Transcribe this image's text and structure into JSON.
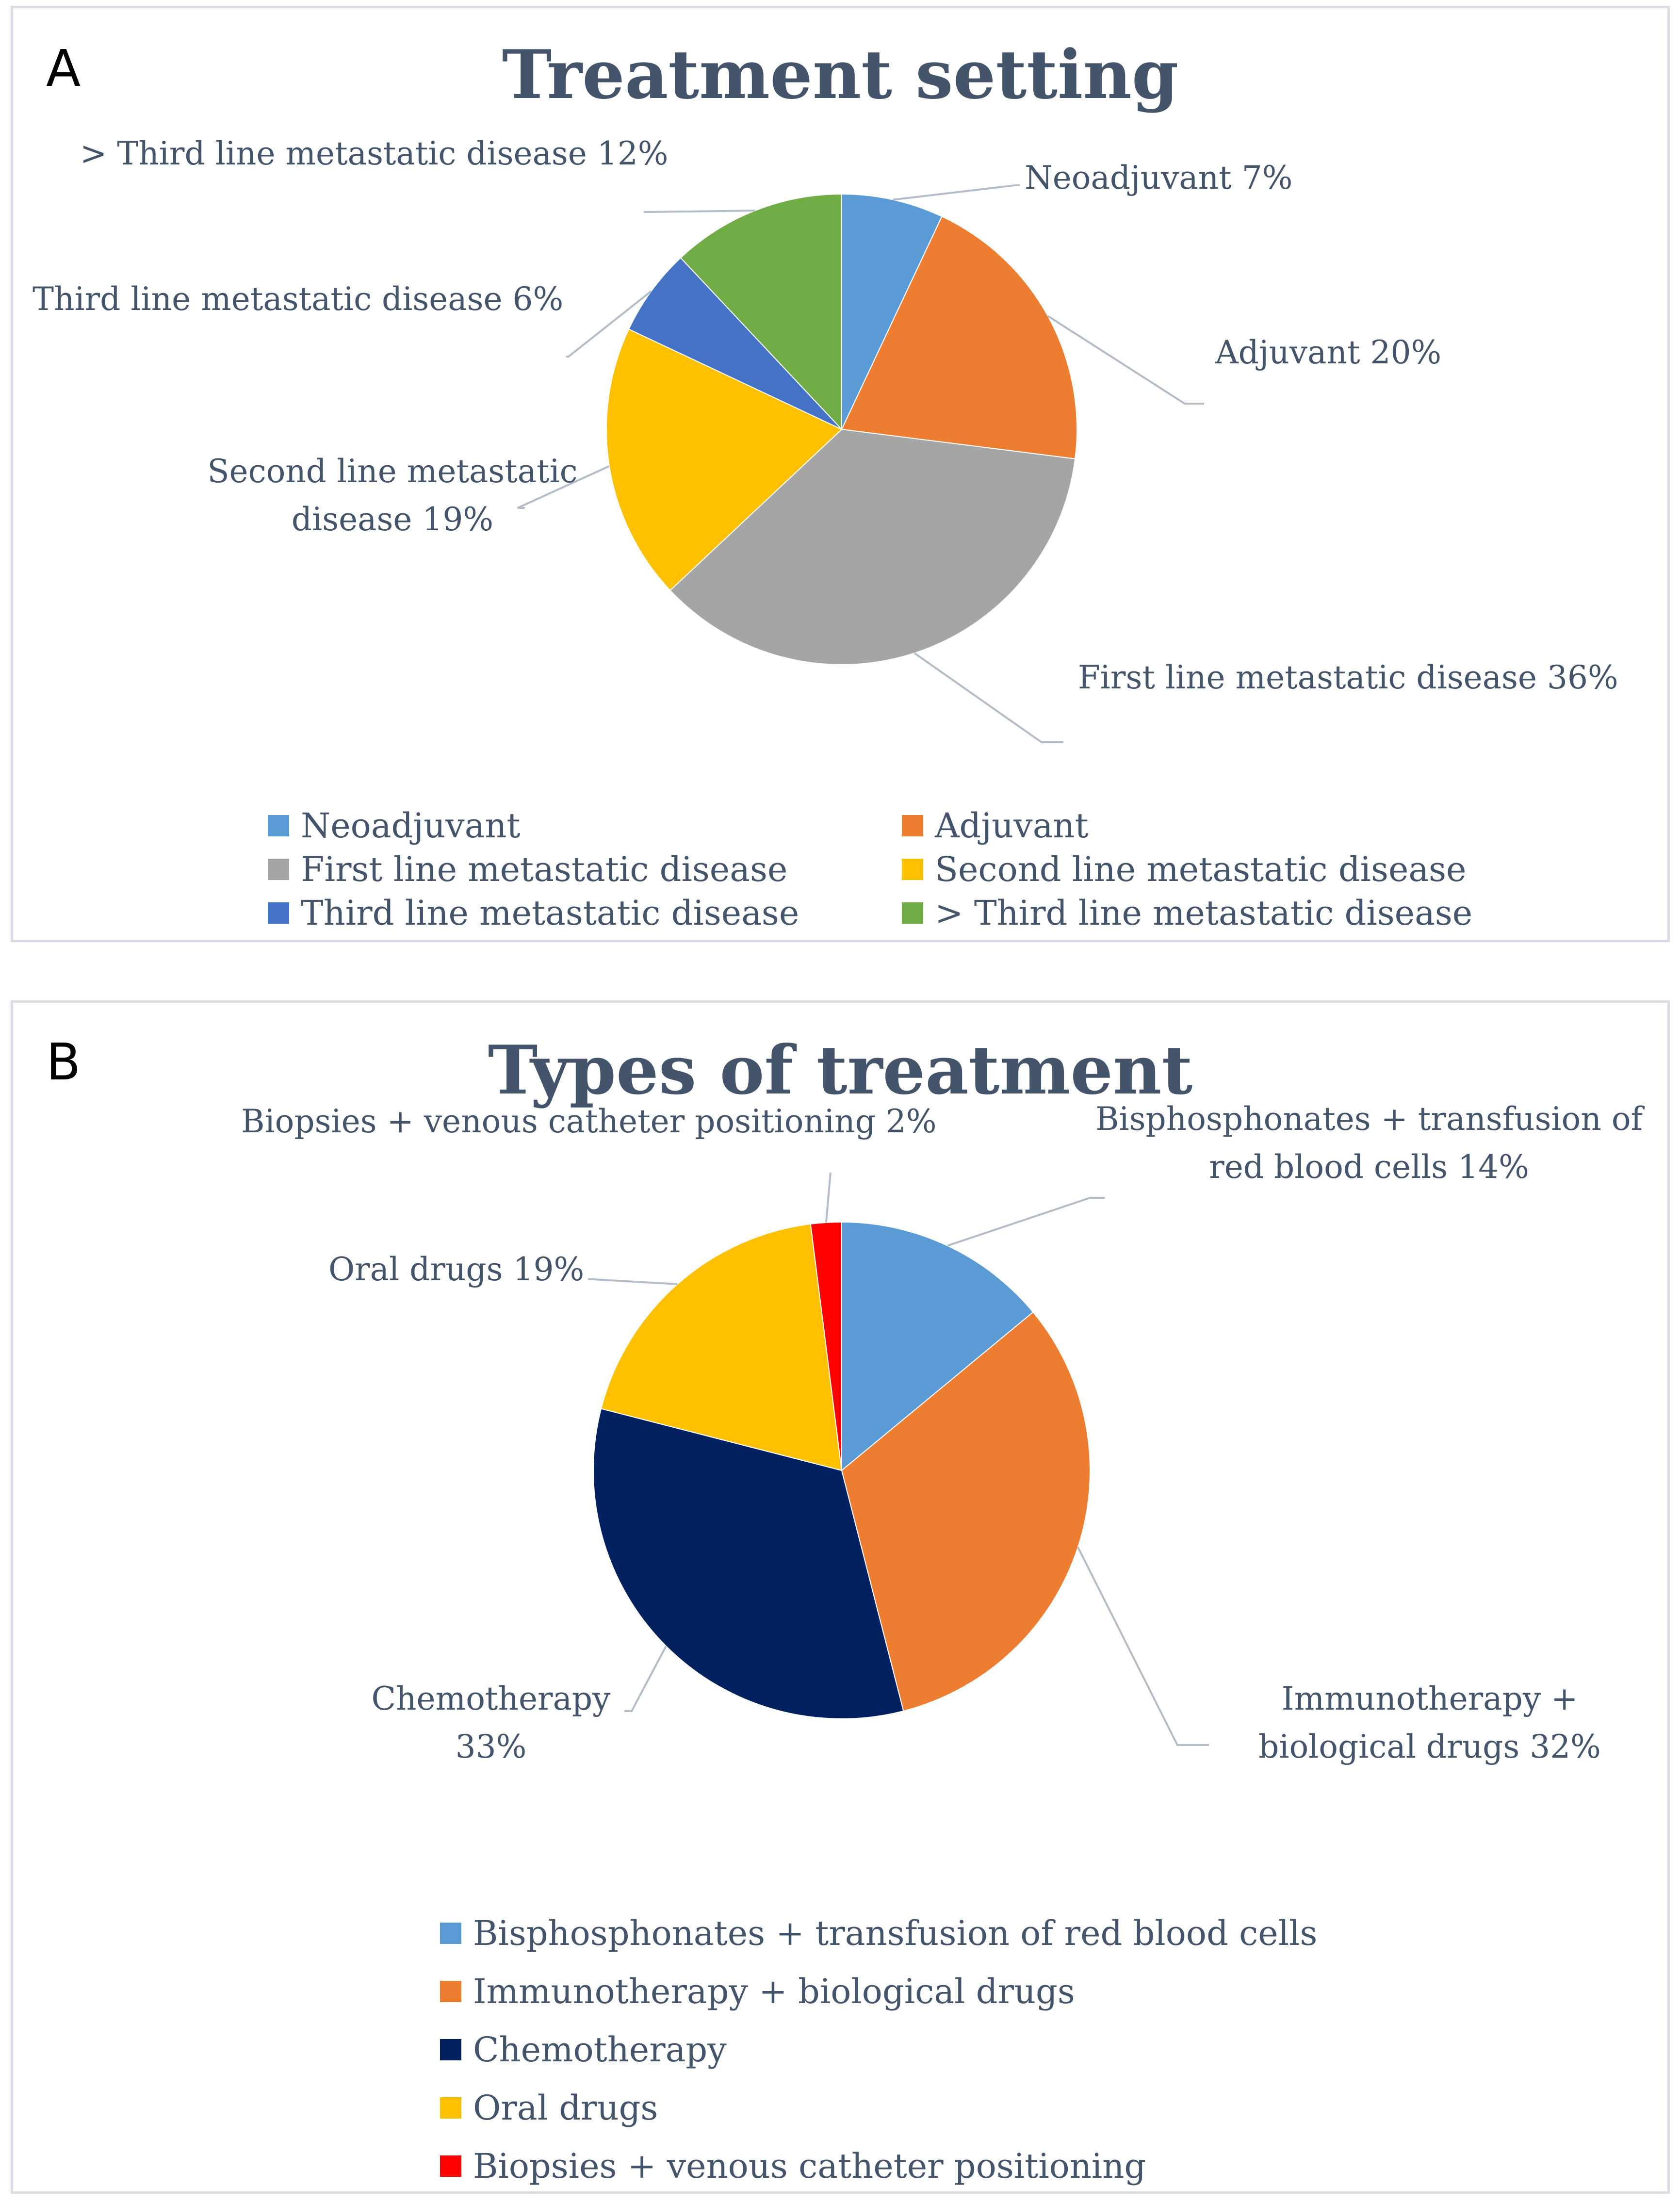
{
  "panels": [
    {
      "letter": "A",
      "chart_data": {
        "type": "pie",
        "title": "Treatment setting",
        "slices": [
          {
            "name": "Neoadjuvant",
            "value": 7,
            "label": "Neoadjuvant 7%",
            "color": "#5b9bd5"
          },
          {
            "name": "Adjuvant",
            "value": 20,
            "label": "Adjuvant 20%",
            "color": "#ed7d31"
          },
          {
            "name": "First line metastatic disease",
            "value": 36,
            "label": "First line metastatic disease 36%",
            "color": "#a5a5a5"
          },
          {
            "name": "Second line metastatic disease",
            "value": 19,
            "label": "Second line metastatic disease  19%",
            "color": "#ffc000"
          },
          {
            "name": "Third line metastatic disease",
            "value": 6,
            "label": "Third line metastatic disease 6%",
            "color": "#4472c4"
          },
          {
            "name": "> Third line metastatic disease",
            "value": 12,
            "label": "> Third line metastatic disease 12%",
            "color": "#70ad47"
          }
        ],
        "legend_position": "bottom"
      }
    },
    {
      "letter": "B",
      "chart_data": {
        "type": "pie",
        "title": "Types of treatment",
        "slices": [
          {
            "name": "Bisphosphonates + transfusion of red blood cells",
            "value": 14,
            "label": "Bisphosphonates + transfusion of red blood cells 14%",
            "color": "#5b9bd5"
          },
          {
            "name": "Immunotherapy + biological drugs",
            "value": 32,
            "label": "Immunotherapy + biological drugs 32%",
            "color": "#ed7d31"
          },
          {
            "name": "Chemotherapy",
            "value": 33,
            "label": "Chemotherapy 33%",
            "color": "#002060"
          },
          {
            "name": "Oral drugs",
            "value": 19,
            "label": "Oral drugs 19%",
            "color": "#ffc000"
          },
          {
            "name": "Biopsies + venous catheter positioning",
            "value": 2,
            "label": "Biopsies + venous catheter positioning 2%",
            "color": "#ff0000"
          }
        ],
        "legend_position": "bottom"
      }
    }
  ]
}
